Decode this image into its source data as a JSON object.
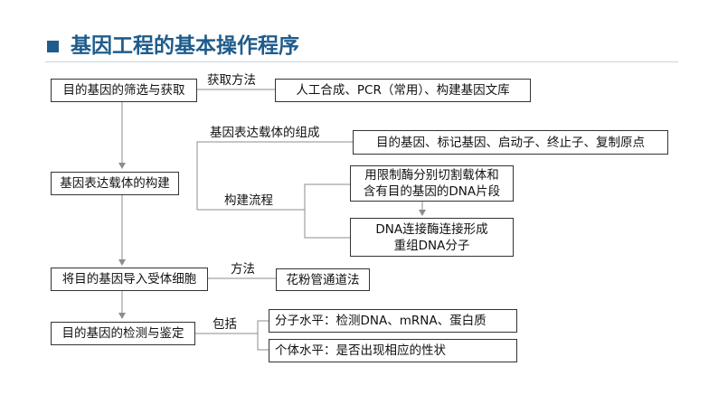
{
  "title": "基因工程的基本操作程序",
  "colors": {
    "accent": "#1f5c8c",
    "line": "#8c8c8c",
    "box_border": "#333333"
  },
  "steps": [
    {
      "label": "目的基因的筛选与获取"
    },
    {
      "label": "基因表达载体的构建"
    },
    {
      "label": "将目的基因导入受体细胞"
    },
    {
      "label": "目的基因的检测与鉴定"
    }
  ],
  "step1": {
    "connector": "获取方法",
    "detail": "人工合成、PCR（常用）、构建基因文库"
  },
  "step2": {
    "composition_label": "基因表达载体的组成",
    "composition": "目的基因、标记基因、启动子、终止子、复制原点",
    "process_label": "构建流程",
    "process": [
      {
        "line1": "用限制酶分别切割载体和",
        "line2": "含有目的基因的DNA片段"
      },
      {
        "line1": "DNA连接酶连接形成",
        "line2": "重组DNA分子"
      }
    ]
  },
  "step3": {
    "connector": "方法",
    "detail": "花粉管通道法"
  },
  "step4": {
    "connector": "包括",
    "details": [
      "分子水平：检测DNA、mRNA、蛋白质",
      "个体水平：是否出现相应的性状"
    ]
  }
}
